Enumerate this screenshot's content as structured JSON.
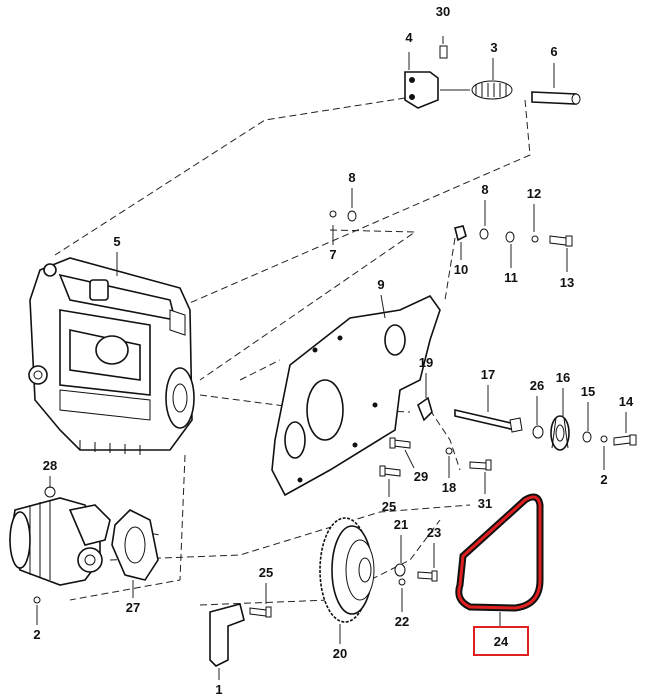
{
  "diagram": {
    "callouts": [
      "30",
      "4",
      "3",
      "6",
      "8",
      "7",
      "8",
      "12",
      "10",
      "11",
      "13",
      "5",
      "9",
      "19",
      "17",
      "26",
      "16",
      "15",
      "14",
      "2",
      "28",
      "29",
      "18",
      "25",
      "31",
      "21",
      "23",
      "27",
      "25",
      "2",
      "1",
      "20",
      "22",
      "24"
    ],
    "highlighted_callout": "24",
    "highlight_color": "#e02020",
    "line_color": "#111111"
  }
}
